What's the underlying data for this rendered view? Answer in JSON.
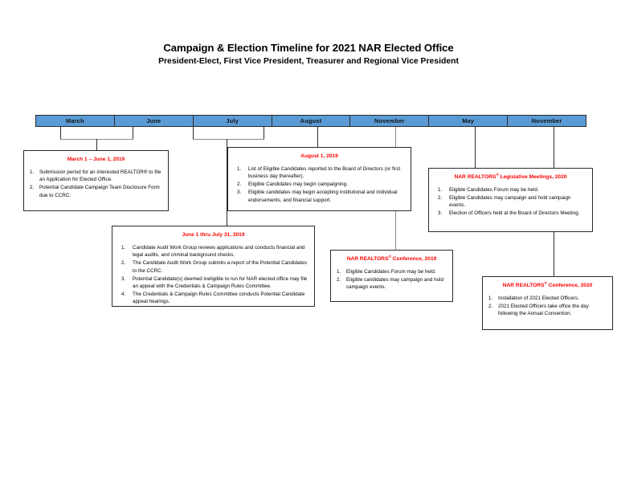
{
  "document": {
    "title": "Campaign & Election Timeline for 2021 NAR Elected Office",
    "subtitle": "President-Elect, First Vice President, Treasurer and Regional Vice President"
  },
  "timeline": {
    "months": [
      {
        "label": "March"
      },
      {
        "label": "June"
      },
      {
        "label": "July"
      },
      {
        "label": "August"
      },
      {
        "label": "November"
      },
      {
        "label": "May"
      },
      {
        "label": "November"
      }
    ]
  },
  "boxes": {
    "march_june": {
      "title": "March 1 – June 1, 2019",
      "items": [
        {
          "num": "1.",
          "text": "Submission period for an interested REALTOR® to file an Application for Elected Office."
        },
        {
          "num": "2.",
          "text": "Potential Candidate Campaign Team Disclosure Form due to CCRC."
        }
      ]
    },
    "august": {
      "title": "August 1, 2019",
      "items": [
        {
          "num": "1.",
          "text": "List of Eligible Candidates reported to the Board of Directors (or first business day thereafter)."
        },
        {
          "num": "2.",
          "text": "Eligible Candidates may begin campaigning."
        },
        {
          "num": "3.",
          "text": "Eligible candidates may begin accepting institutional and individual endorsements, and financial support."
        }
      ]
    },
    "legislative_2020": {
      "title": "NAR REALTORS® Legislative Meetings, 2020",
      "title_prefix": "NAR REALTORS",
      "title_suffix": " Legislative Meetings, 2020",
      "items": [
        {
          "num": "1.",
          "text": "Eligible Candidates Forum may be held."
        },
        {
          "num": "2.",
          "text": "Eligible Candidates may campaign and hold campaign events."
        },
        {
          "num": "3.",
          "text": "Election of Officers held at the Board of Directors Meeting."
        }
      ]
    },
    "june_july": {
      "title": "June 1 thru July 31, 2019",
      "items": [
        {
          "num": "1.",
          "text": "Candidate Audit Work Group reviews applications and conducts financial and legal audits, and criminal background checks."
        },
        {
          "num": "2.",
          "text": "The Candidate Audit Work Group submits a report of the Potential Candidates to the CCRC."
        },
        {
          "num": "3.",
          "text": "Potential Candidate(s) deemed ineligible to run for NAR elected office may file an appeal with the Credentials & Campaign Rules Committee."
        },
        {
          "num": "4.",
          "text": "The Credentials & Campaign Rules Committee conducts Potential Candidate appeal hearings."
        }
      ]
    },
    "conference_2019": {
      "title": "NAR REALTORS® Conference, 2019",
      "title_prefix": "NAR REALTORS",
      "title_suffix": " Conference, 2019",
      "items": [
        {
          "num": "1.",
          "text": "Eligible Candidates Forum may be held."
        },
        {
          "num": "2.",
          "text": "Eligible candidates may campaign and hold campaign events."
        }
      ]
    },
    "conference_2020": {
      "title": "NAR REALTORS® Conference, 2020",
      "title_prefix": "NAR REALTORS",
      "title_suffix": " Conference, 2020",
      "items": [
        {
          "num": "1.",
          "text": "Installation of 2021 Elected Officers."
        },
        {
          "num": "2.",
          "text": "2021 Elected Officers take office the day following the Annual Convention."
        }
      ]
    }
  },
  "colors": {
    "bar_fill": "#5b9bd5",
    "box_title": "#ff0000",
    "line": "#2b2b2b",
    "line_grey": "#8a8a8a"
  }
}
